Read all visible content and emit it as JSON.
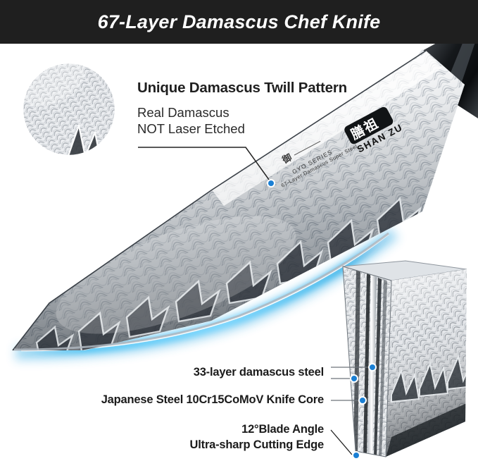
{
  "banner": {
    "title": "67-Layer Damascus Chef Knife"
  },
  "feature": {
    "headline": "Unique Damascus Twill Pattern",
    "sub_line1": "Real Damascus",
    "sub_line2": "NOT Laser Etched"
  },
  "blade_markings": {
    "kanji": "御",
    "series": "GYO SERIES",
    "steel": "67-Layer Damascus Super Steel",
    "logo_cn": "膳祖",
    "logo_en": "SHAN ZU"
  },
  "callouts": [
    {
      "id": "layers",
      "label": "33-layer damascus steel"
    },
    {
      "id": "core",
      "label": "Japanese Steel 10Cr15CoMoV Knife Core"
    },
    {
      "id": "edge_line1",
      "label": "12°Blade Angle"
    },
    {
      "id": "edge_line2",
      "label": "Ultra-sharp Cutting Edge"
    }
  ],
  "colors": {
    "banner_bg": "#1f1f1f",
    "banner_text": "#ffffff",
    "text": "#1b1b1b",
    "marker_blue": "#1a7fd4",
    "edge_glow": "#29aee8",
    "leader_line": "#222222",
    "steel_light": "#f2f3f4",
    "steel_dark": "#3c4248"
  }
}
